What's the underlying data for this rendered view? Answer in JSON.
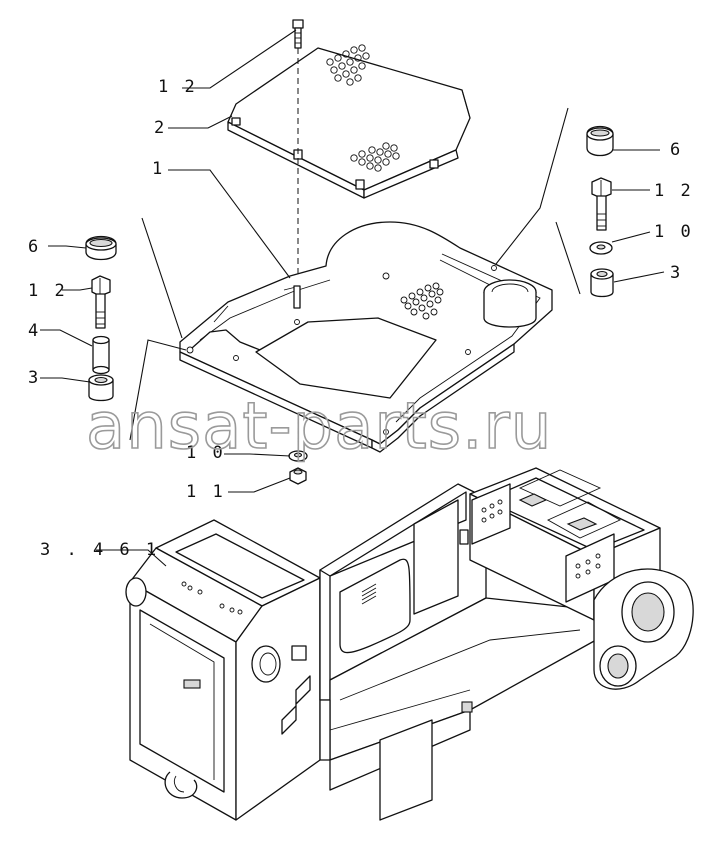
{
  "callouts": [
    {
      "label": "1 2"
    },
    {
      "label": "2"
    },
    {
      "label": "1"
    },
    {
      "label": "6"
    },
    {
      "label": "1 2"
    },
    {
      "label": "4"
    },
    {
      "label": "3"
    },
    {
      "label": "6"
    },
    {
      "label": "1 2"
    },
    {
      "label": "1 0"
    },
    {
      "label": "3"
    },
    {
      "label": "1 0"
    },
    {
      "label": "1 1"
    },
    {
      "label": "3 . 4 6 1"
    }
  ],
  "watermark": "ansat-parts.ru"
}
